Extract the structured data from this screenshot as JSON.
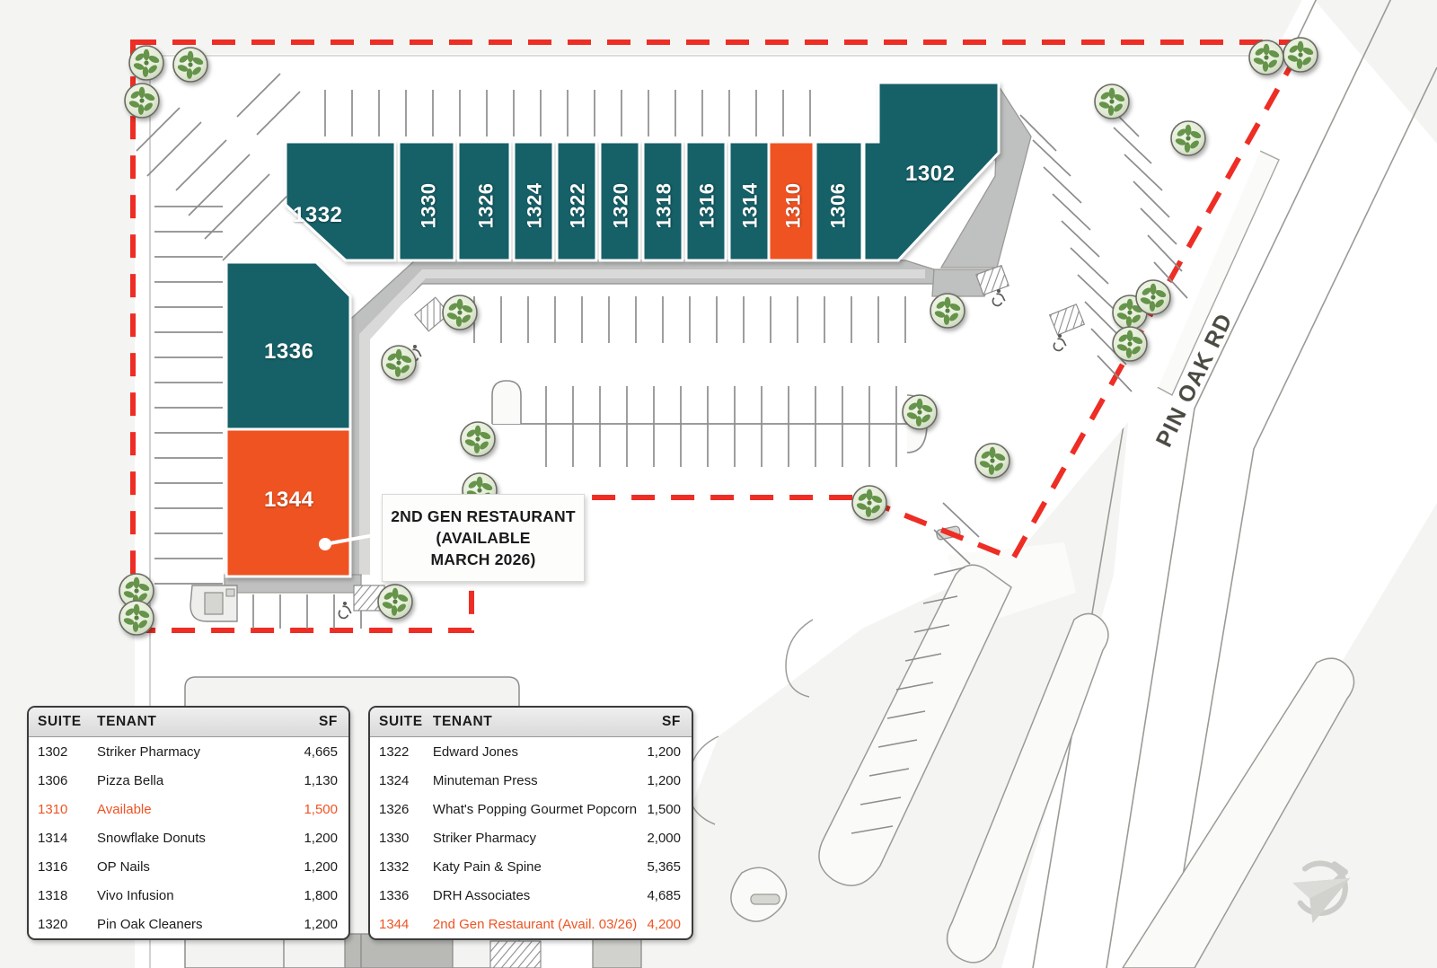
{
  "map": {
    "road_label": "PIN OAK RD",
    "callout": {
      "line1": "2ND GEN RESTAURANT",
      "line2": "(AVAILABLE",
      "line3": "MARCH 2026)"
    },
    "suites": [
      {
        "id": "1332",
        "orientation": "horizontal",
        "status": "leased"
      },
      {
        "id": "1330",
        "orientation": "vertical",
        "status": "leased"
      },
      {
        "id": "1326",
        "orientation": "vertical",
        "status": "leased"
      },
      {
        "id": "1324",
        "orientation": "vertical",
        "status": "leased"
      },
      {
        "id": "1322",
        "orientation": "vertical",
        "status": "leased"
      },
      {
        "id": "1320",
        "orientation": "vertical",
        "status": "leased"
      },
      {
        "id": "1318",
        "orientation": "vertical",
        "status": "leased"
      },
      {
        "id": "1316",
        "orientation": "vertical",
        "status": "leased"
      },
      {
        "id": "1314",
        "orientation": "vertical",
        "status": "leased"
      },
      {
        "id": "1310",
        "orientation": "vertical",
        "status": "available"
      },
      {
        "id": "1306",
        "orientation": "vertical",
        "status": "leased"
      },
      {
        "id": "1302",
        "orientation": "horizontal",
        "status": "leased"
      },
      {
        "id": "1336",
        "orientation": "horizontal",
        "status": "leased"
      },
      {
        "id": "1344",
        "orientation": "horizontal",
        "status": "available"
      }
    ]
  },
  "colors": {
    "leased": "#156068",
    "available": "#ef5323",
    "boundary": "#ee2d24",
    "sidewalk": "#bfc0c0",
    "pavement": "#fbfbf9",
    "background": "#f4f4f2"
  },
  "tables": {
    "left": {
      "headers": {
        "suite": "SUITE",
        "tenant": "TENANT",
        "sf": "SF"
      },
      "rows": [
        {
          "suite": "1302",
          "tenant": "Striker Pharmacy",
          "sf": "4,665",
          "available": false
        },
        {
          "suite": "1306",
          "tenant": "Pizza Bella",
          "sf": "1,130",
          "available": false
        },
        {
          "suite": "1310",
          "tenant": "Available",
          "sf": "1,500",
          "available": true
        },
        {
          "suite": "1314",
          "tenant": "Snowflake Donuts",
          "sf": "1,200",
          "available": false
        },
        {
          "suite": "1316",
          "tenant": "OP Nails",
          "sf": "1,200",
          "available": false
        },
        {
          "suite": "1318",
          "tenant": "Vivo Infusion",
          "sf": "1,800",
          "available": false
        },
        {
          "suite": "1320",
          "tenant": "Pin Oak Cleaners",
          "sf": "1,200",
          "available": false
        }
      ]
    },
    "right": {
      "headers": {
        "suite": "SUITE",
        "tenant": "TENANT",
        "sf": "SF"
      },
      "rows": [
        {
          "suite": "1322",
          "tenant": "Edward Jones",
          "sf": "1,200",
          "available": false
        },
        {
          "suite": "1324",
          "tenant": "Minuteman Press",
          "sf": "1,200",
          "available": false
        },
        {
          "suite": "1326",
          "tenant": "What's Popping Gourmet Popcorn",
          "sf": "1,500",
          "available": false
        },
        {
          "suite": "1330",
          "tenant": "Striker Pharmacy",
          "sf": "2,000",
          "available": false
        },
        {
          "suite": "1332",
          "tenant": "Katy Pain & Spine",
          "sf": "5,365",
          "available": false
        },
        {
          "suite": "1336",
          "tenant": "DRH Associates",
          "sf": "4,685",
          "available": false
        },
        {
          "suite": "1344",
          "tenant": "2nd Gen Restaurant (Avail. 03/26)",
          "sf": "4,200",
          "available": true
        }
      ]
    }
  },
  "watermark": {
    "name": "compass-arrow-logo"
  }
}
